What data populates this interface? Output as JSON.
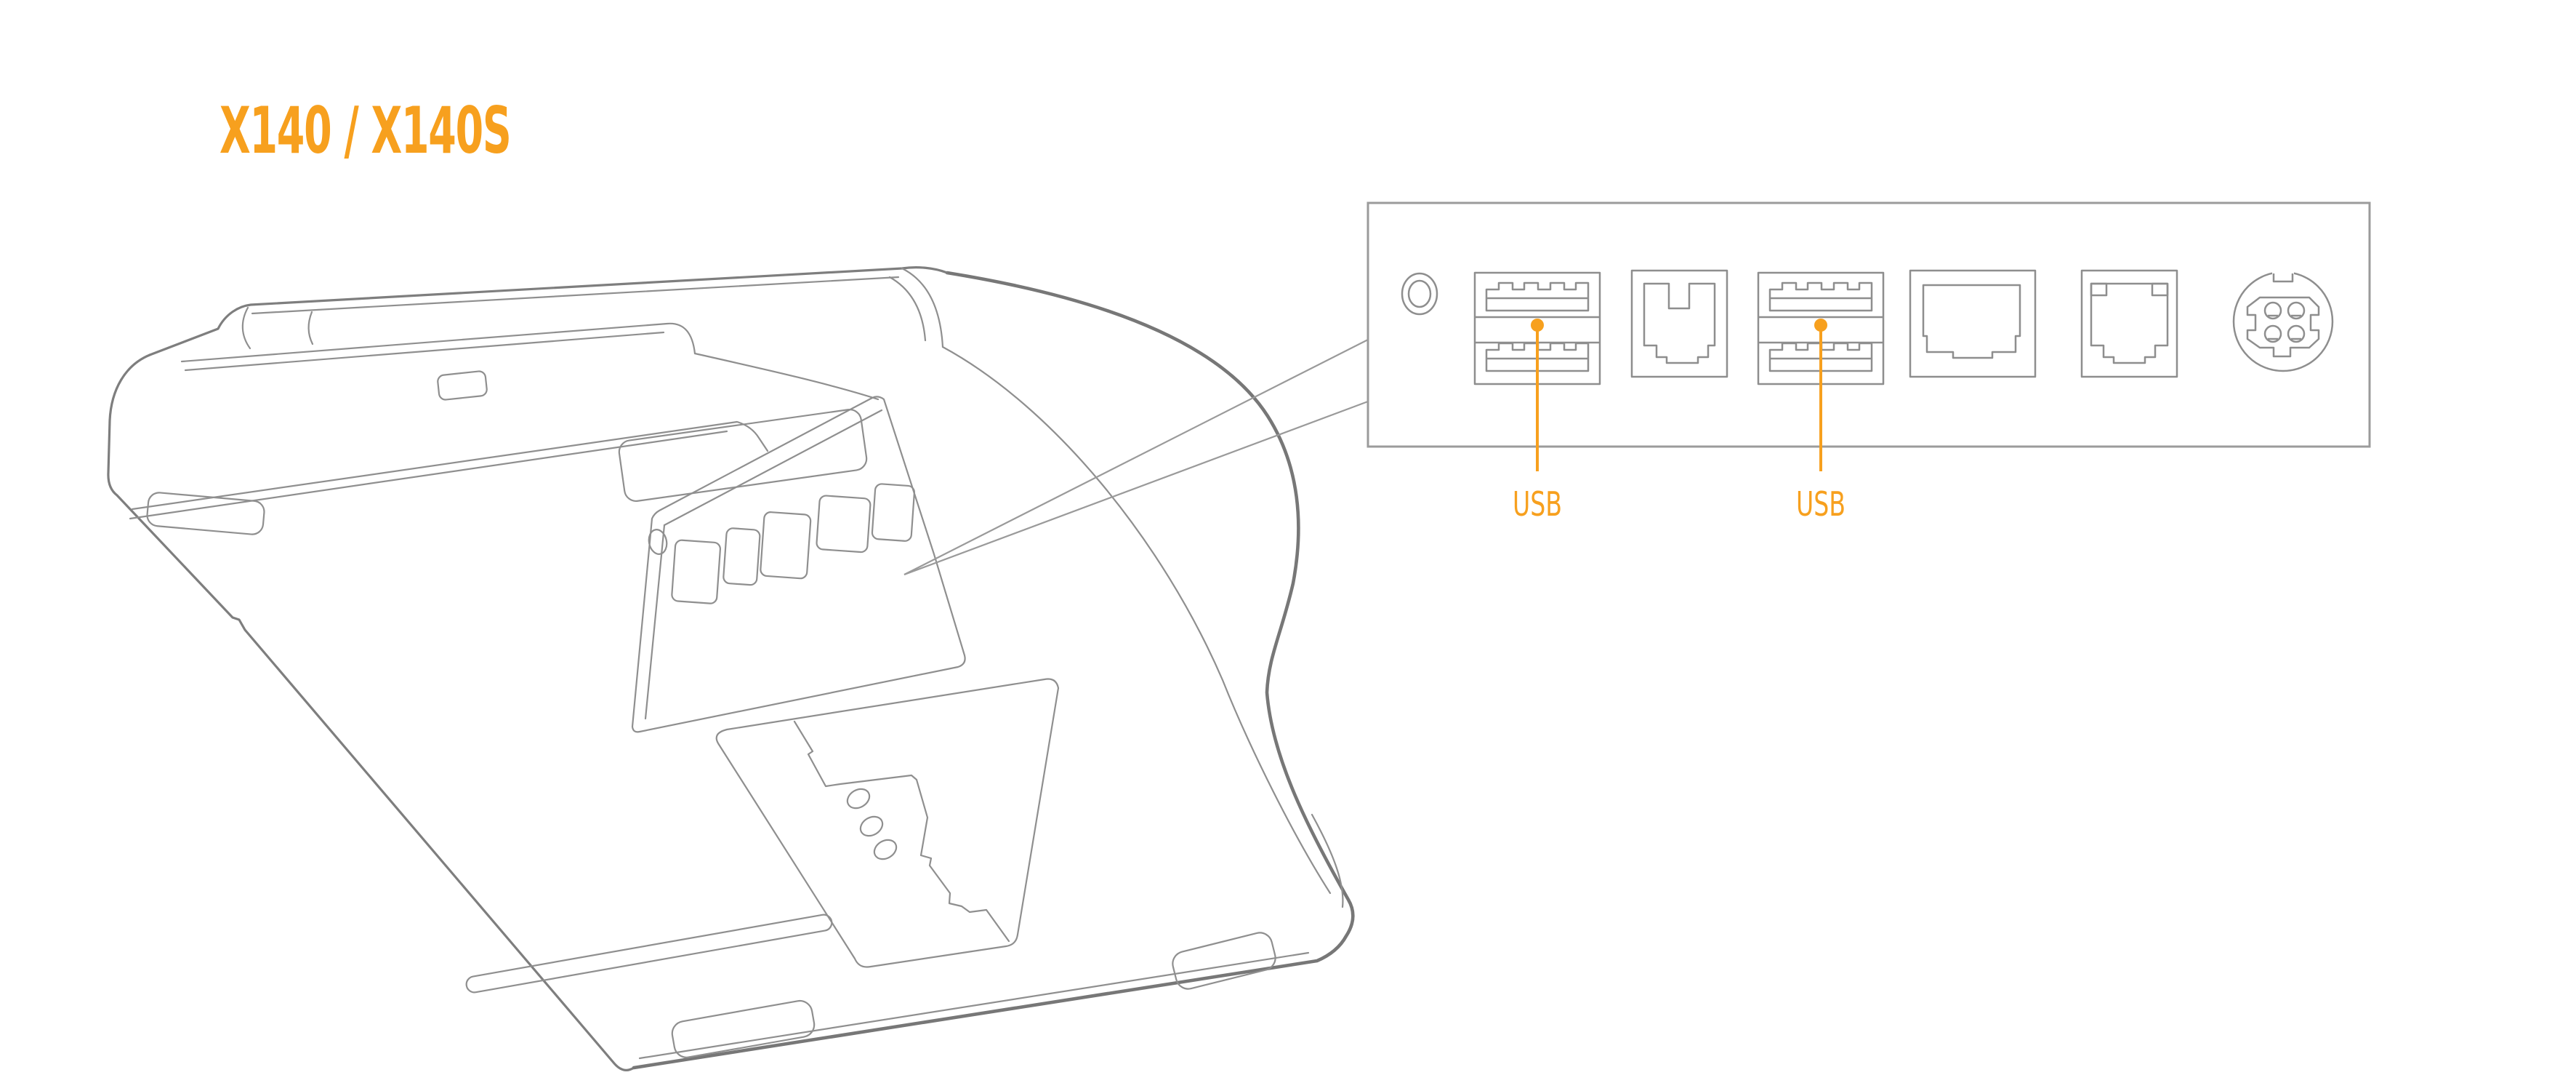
{
  "title": "X140 / X140S",
  "colors": {
    "accent": "#F7A01E",
    "line": "#8F8F8F",
    "line_dark": "#7E7E7E",
    "panel_line": "#9B9B9B",
    "background": "#FFFFFF"
  },
  "device": {
    "name": "terminal-bottom-isometric-view",
    "features": [
      "printer-cover-hump",
      "port-recess-with-five-cutouts",
      "pin-hole",
      "bottom-access-module",
      "rubber-foot-pads"
    ]
  },
  "detail_panel": {
    "name": "rear-port-panel-detail",
    "ports": [
      {
        "icon": "round-jack-icon"
      },
      {
        "icon": "dual-usb-port-icon",
        "callout": "USB"
      },
      {
        "icon": "rj11-port-icon"
      },
      {
        "icon": "dual-usb-port-icon",
        "callout": "USB"
      },
      {
        "icon": "rj45-port-icon"
      },
      {
        "icon": "rj11-port-icon"
      },
      {
        "icon": "din-power-connector-icon"
      }
    ]
  },
  "callouts": [
    {
      "label": "USB"
    },
    {
      "label": "USB"
    }
  ]
}
